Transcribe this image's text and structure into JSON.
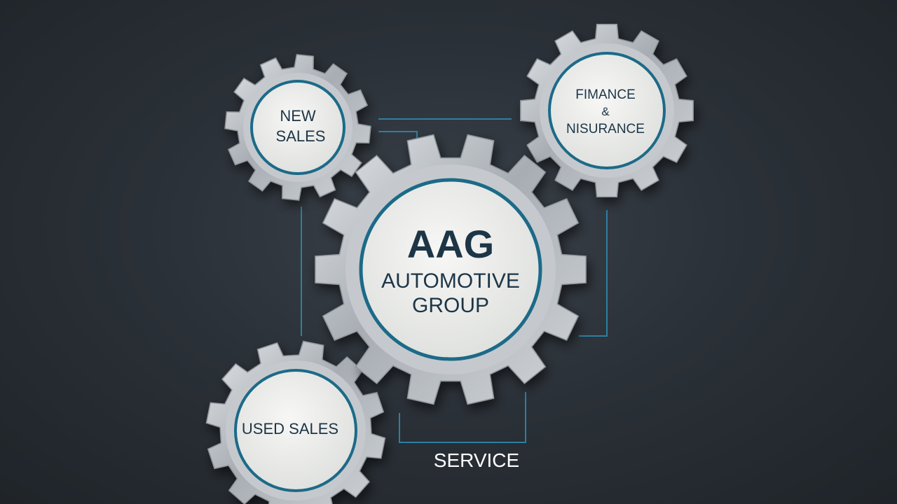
{
  "gears": {
    "center": {
      "line1": "AAG",
      "line2": "AUTOMOTIVE",
      "line3": "GROUP"
    },
    "new_sales": {
      "line1": "NEW",
      "line2": "SALES"
    },
    "finance": {
      "line1": "FIMANCE",
      "line2": "&",
      "line3": "NISURANCE"
    },
    "used_sales": {
      "line1": "USED SALES"
    }
  },
  "service_label": "SERVICE",
  "colors": {
    "background": "#2b3138",
    "gear_steel": "#b4b9be",
    "ring_accent": "#1e6a88",
    "connector": "#2d7fa0",
    "text_dark": "#1f3446",
    "face": "#eeefed"
  }
}
